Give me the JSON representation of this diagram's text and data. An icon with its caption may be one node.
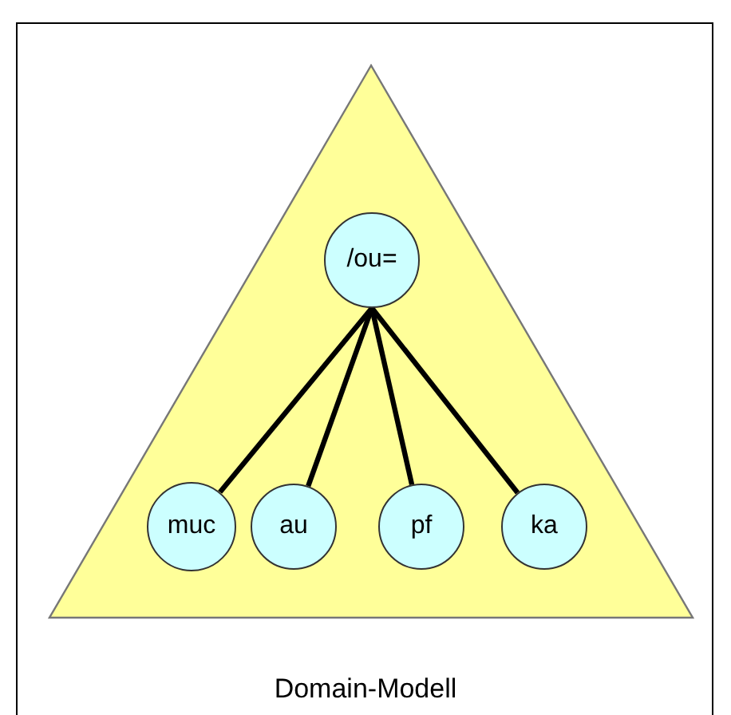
{
  "diagram": {
    "caption": "Domain-Modell",
    "nodes": [
      {
        "text": [],
        "shape": "triangle"
      },
      {
        "text": [
          "/ou="
        ],
        "in": 0
      },
      {
        "text": [
          "muc"
        ],
        "in": 0
      },
      {
        "text": [
          "au"
        ],
        "in": 0
      },
      {
        "text": [
          "pf"
        ],
        "in": 0
      },
      {
        "text": [
          "ka"
        ],
        "in": 0
      }
    ],
    "edges": [
      {
        "from": 1,
        "to": 2,
        "arrow": "none"
      },
      {
        "from": 1,
        "to": 3,
        "arrow": "none"
      },
      {
        "from": 1,
        "to": 4,
        "arrow": "none"
      },
      {
        "from": 1,
        "to": 5,
        "arrow": "none"
      }
    ]
  }
}
